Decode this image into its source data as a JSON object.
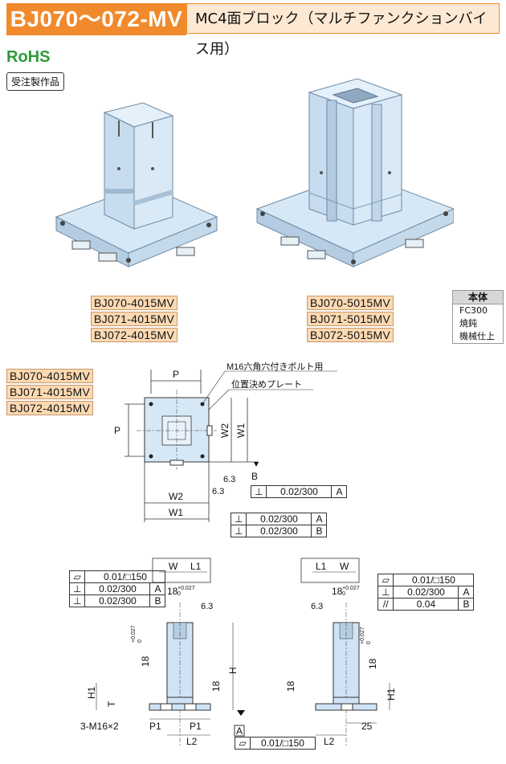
{
  "header": {
    "series_code": "BJ070～072-MV",
    "title": "MC4面ブロック（マルチファンクションバイス用）"
  },
  "rohs": "RoHS",
  "badge": "受注製作品",
  "product_left": {
    "models": [
      "BJ070-4015MV",
      "BJ071-4015MV",
      "BJ072-4015MV"
    ]
  },
  "product_right": {
    "models": [
      "BJ070-5015MV",
      "BJ071-5015MV",
      "BJ072-5015MV"
    ]
  },
  "spec": {
    "heading": "本体",
    "lines": [
      "FC300",
      "焼鈍",
      "機械仕上"
    ]
  },
  "plan_view": {
    "models": [
      "BJ070-4015MV",
      "BJ071-4015MV",
      "BJ072-4015MV"
    ],
    "dims": {
      "p_top": "P",
      "p_side": "P",
      "w2_side": "W2",
      "w1_side": "W1",
      "w2_bottom": "W2",
      "w1_bottom": "W1",
      "datum_a": "A",
      "datum_b": "B",
      "ra_small": "6.3",
      "ra_small2": "6.3"
    },
    "callouts": {
      "bolt": "M16六角穴付きボルト用",
      "plate": "位置決めプレート"
    },
    "tol_b": [
      {
        "sym": "⊥",
        "val": "0.02/300",
        "ref": "A"
      }
    ],
    "tol_main": [
      {
        "sym": "⊥",
        "val": "0.02/300",
        "ref": "A"
      },
      {
        "sym": "⊥",
        "val": "0.02/300",
        "ref": "B"
      }
    ]
  },
  "left_elev": {
    "tol": [
      {
        "sym": "▱",
        "val": "0.01/□150",
        "ref": ""
      },
      {
        "sym": "⊥",
        "val": "0.02/300",
        "ref": "A"
      },
      {
        "sym": "⊥",
        "val": "0.02/300",
        "ref": "B"
      }
    ],
    "dims": {
      "w": "W",
      "l1": "L1",
      "slot_top": "18",
      "slot_top_tol": "+0.027",
      "slot_top_tol0": "0",
      "slot_side": "18",
      "slot_side_tol": "+0.027",
      "slot_side_tol0": "0",
      "h": "H",
      "h1": "H1",
      "t": "T",
      "eighteen": "18",
      "p1a": "P1",
      "p1b": "P1",
      "l2": "L2",
      "bolt": "3-M16×2",
      "datum_a": "A",
      "ra": "6.3"
    },
    "tol_bottom": {
      "sym": "▱",
      "val": "0.01/□150"
    }
  },
  "right_elev": {
    "tol": [
      {
        "sym": "▱",
        "val": "0.01/□150",
        "ref": ""
      },
      {
        "sym": "⊥",
        "val": "0.02/300",
        "ref": "A"
      },
      {
        "sym": "//",
        "val": "0.04",
        "ref": "B"
      }
    ],
    "dims": {
      "l1": "L1",
      "w": "W",
      "slot_top": "18",
      "slot_top_tol": "+0.027",
      "slot_top_tol0": "0",
      "slot_side": "18",
      "slot_side_tol": "+0.027",
      "slot_side_tol0": "0",
      "h1": "H1",
      "eighteen": "18",
      "l2": "L2",
      "twentyfive": "25",
      "ra": "6.3"
    }
  },
  "colors": {
    "orange": "#f08a2c",
    "peach": "#fbd9b2",
    "body_blue": "#cfe3f4",
    "rohs_green": "#2f9a39"
  }
}
